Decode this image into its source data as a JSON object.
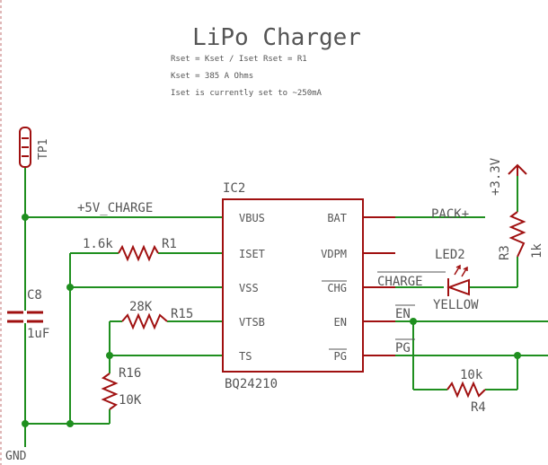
{
  "title": "LiPo Charger",
  "notes": [
    "Rset = Kset / Iset    Rset = R1",
    "Kset = 385 A Ohms",
    "Iset is currently set to ~250mA"
  ],
  "ic": {
    "ref": "IC2",
    "part": "BQ24210",
    "pins_left": [
      "VBUS",
      "ISET",
      "VSS",
      "VTSB",
      "TS"
    ],
    "pins_right": [
      "BAT",
      "VDPM",
      "CHG",
      "EN",
      "PG"
    ]
  },
  "nets": {
    "charge": "+5V_CHARGE",
    "pack": "PACK+",
    "charge_status": "CHARGE",
    "en": "EN",
    "pg": "PG",
    "gnd": "GND",
    "supply": "+3.3V"
  },
  "components": {
    "tp1": {
      "ref": "TP1"
    },
    "c8": {
      "ref": "C8",
      "value": "1uF"
    },
    "r1": {
      "ref": "R1",
      "value": "1.6k"
    },
    "r15": {
      "ref": "R15",
      "value": "28K"
    },
    "r16": {
      "ref": "R16",
      "value": "10K"
    },
    "r3": {
      "ref": "R3",
      "value": "1k"
    },
    "led2": {
      "ref": "LED2",
      "value": "YELLOW"
    },
    "r4": {
      "ref": "R4",
      "value": "10k"
    }
  },
  "colors": {
    "wire": "#1f8f1f",
    "symbol": "#a01010",
    "text": "#555555",
    "frame": "#c07070",
    "junction": "#1f8f1f"
  }
}
